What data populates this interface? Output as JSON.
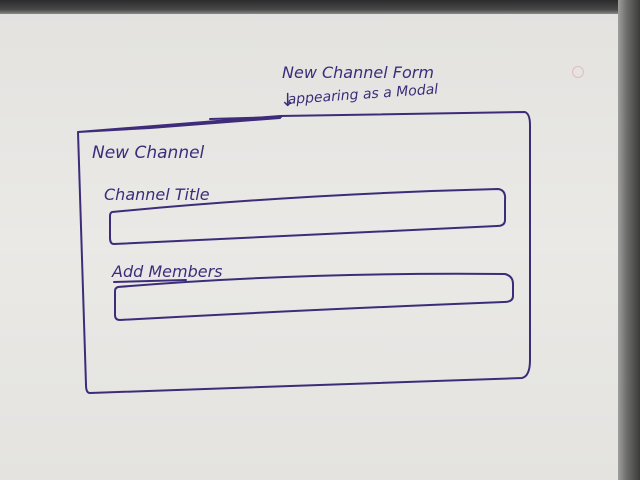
{
  "annotation": {
    "line1": "New Channel Form",
    "line2": "appearing as a Modal",
    "arrow": "↓"
  },
  "modal": {
    "title": "New Channel",
    "fields": [
      {
        "label": "Channel Title",
        "value": ""
      },
      {
        "label": "Add Members",
        "value": ""
      }
    ]
  },
  "colors": {
    "ink": "#3e2c7a",
    "board": "#e6e5e2"
  }
}
